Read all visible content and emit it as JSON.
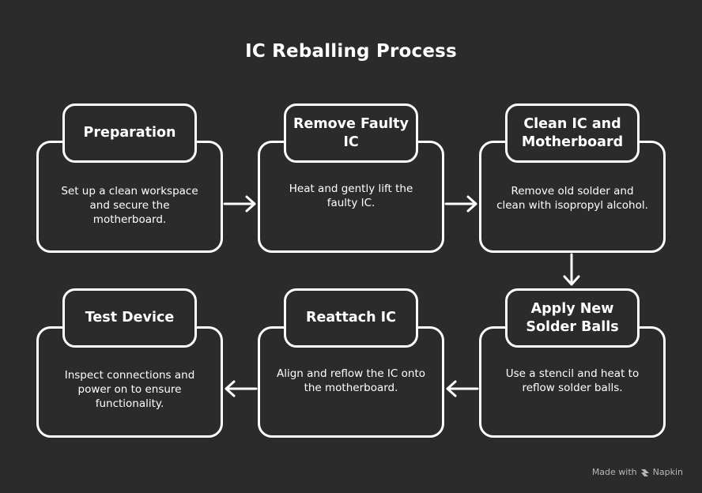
{
  "title": "IC Reballing Process",
  "steps": [
    {
      "title": "Preparation",
      "description": "Set up a clean workspace and secure the motherboard."
    },
    {
      "title": "Remove Faulty IC",
      "description": "Heat and gently lift the faulty IC."
    },
    {
      "title": "Clean IC and Motherboard",
      "description": "Remove old solder and clean with isopropyl alcohol."
    },
    {
      "title": "Apply New Solder Balls",
      "description": "Use a stencil and heat to reflow solder balls."
    },
    {
      "title": "Reattach IC",
      "description": "Align and reflow the IC onto the motherboard."
    },
    {
      "title": "Test Device",
      "description": "Inspect connections and power on to ensure functionality."
    }
  ],
  "footer": {
    "made_with": "Made with",
    "brand": "Napkin"
  }
}
